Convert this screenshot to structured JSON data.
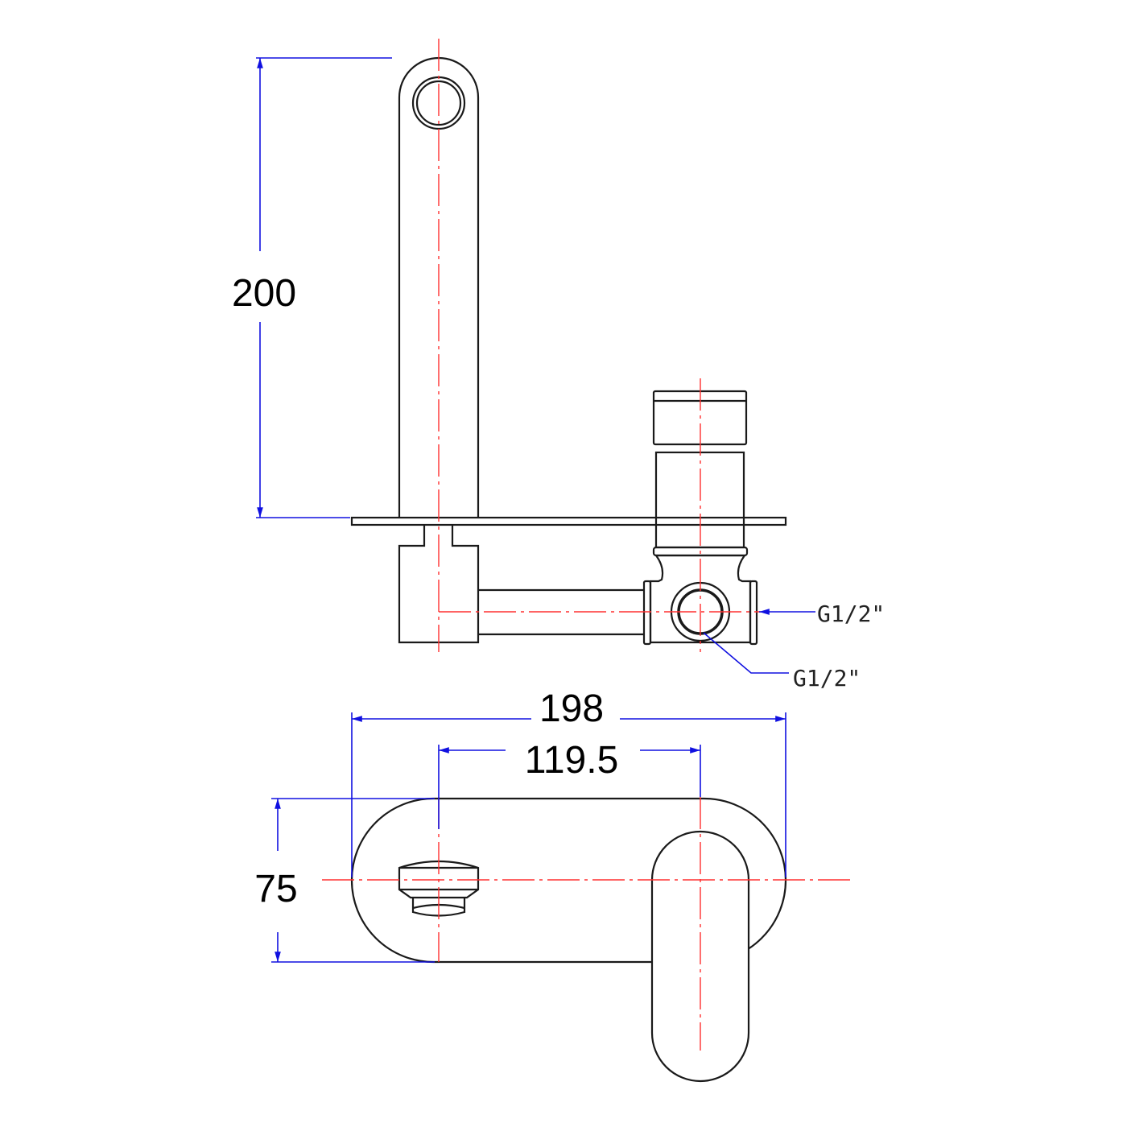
{
  "dimensions": {
    "height": "200",
    "overall_width": "198",
    "center_distance": "119.5",
    "plate_height": "75"
  },
  "threads": {
    "side_inlet": "G1/2\"",
    "front_inlet": "G1/2\""
  },
  "colors": {
    "outline": "#1a1a1a",
    "centerline": "#ff3030",
    "dimension": "#1010e0"
  }
}
